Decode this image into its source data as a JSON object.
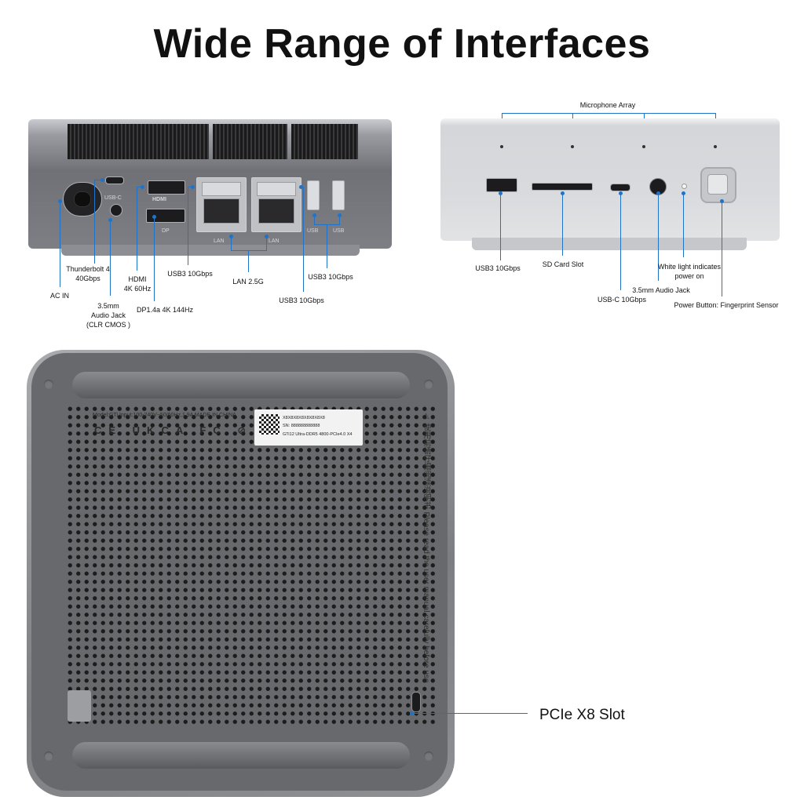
{
  "title": "Wide Range of Interfaces",
  "back_panel": {
    "port_text": {
      "usbc": "USB-C",
      "dp": "DP",
      "hdmi": "HDMI",
      "lan_a": "LAN",
      "lan_b": "LAN",
      "usb_a": "USB",
      "usb_b": "USB"
    },
    "labels": {
      "ac_in": "AC IN",
      "thunderbolt": "Thunderbolt 4\n40Gbps",
      "audio_jack": "3.5mm\nAudio Jack\n(CLR CMOS )",
      "hdmi": "HDMI\n4K 60Hz",
      "dp": "DP1.4a 4K 144Hz",
      "usb3_left": "USB3 10Gbps",
      "lan": "LAN 2.5G",
      "usb3_center": "USB3 10Gbps",
      "usb3_right": "USB3 10Gbps"
    }
  },
  "front_panel": {
    "labels": {
      "microphone": "Microphone Array",
      "usb3": "USB3 10Gbps",
      "sd_card": "SD Card Slot",
      "usbc": "USB-C 10Gbps",
      "audio_jack": "3.5mm Audio Jack",
      "white_light": "White light indicates\npower on",
      "power_button": "Power Button: Fingerprint Sensor"
    }
  },
  "bottom_panel": {
    "model_line": "Model:GTi  Input:100-240V~50/60Hz,1.9A  MADE IN CHINA",
    "certs": "CE UKCA FC ⊘ ⊠ ♺",
    "sticker_line1": "X8X8X8X8X8X8X8X8",
    "sticker_line2": "SN:  888888888888",
    "sticker_line3": "GTi12 Ultra-DDR5 4800-PCIe4.0 X4",
    "warning_text": "⚠ 使用前请仔细阅读说明书 Please read the user manual carefully before use",
    "pcie_label": "PCIe X8 Slot"
  },
  "colors": {
    "accent_line": "#1f74c9"
  }
}
